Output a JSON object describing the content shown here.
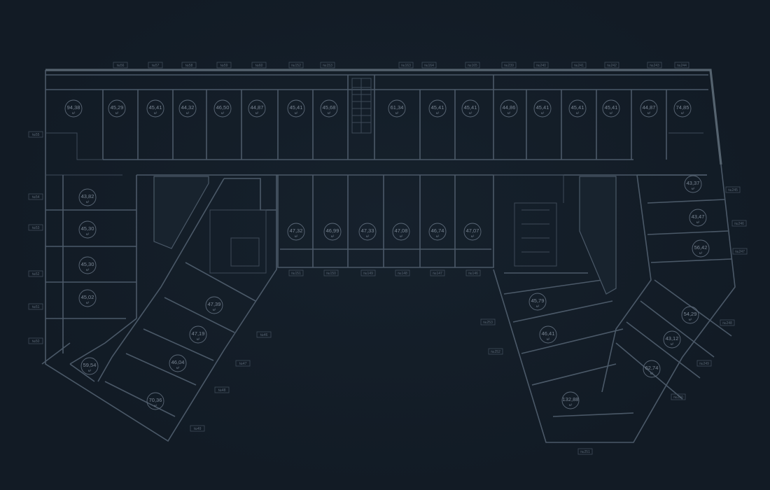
{
  "plan": {
    "area_unit": "м²",
    "colors": {
      "background": "#121b25",
      "walls": "#4b5968",
      "text": "#7a8694"
    },
    "units": [
      {
        "area": "94,38"
      },
      {
        "area": "45,29"
      },
      {
        "area": "45,41"
      },
      {
        "area": "44,32"
      },
      {
        "area": "46,50"
      },
      {
        "area": "44,87"
      },
      {
        "area": "45,41"
      },
      {
        "area": "45,68"
      },
      {
        "area": "61,34"
      },
      {
        "area": "45,41"
      },
      {
        "area": "45,41"
      },
      {
        "area": "44,86"
      },
      {
        "area": "45,41"
      },
      {
        "area": "45,41"
      },
      {
        "area": "45,41"
      },
      {
        "area": "44,87"
      },
      {
        "area": "74,85"
      },
      {
        "area": "47,32"
      },
      {
        "area": "46,99"
      },
      {
        "area": "47,33"
      },
      {
        "area": "47,08"
      },
      {
        "area": "46,74"
      },
      {
        "area": "47,07"
      },
      {
        "area": "43,82"
      },
      {
        "area": "45,30"
      },
      {
        "area": "45,30"
      },
      {
        "area": "45,02"
      },
      {
        "area": "47,39"
      },
      {
        "area": "47,19"
      },
      {
        "area": "46,04"
      },
      {
        "area": "59,54"
      },
      {
        "area": "70,36"
      },
      {
        "area": "45,79"
      },
      {
        "area": "46,41"
      },
      {
        "area": "132,88"
      },
      {
        "area": "43,37"
      },
      {
        "area": "43,47"
      },
      {
        "area": "56,42"
      },
      {
        "area": "54,29"
      },
      {
        "area": "43,12"
      },
      {
        "area": "62,74"
      }
    ],
    "labels": [
      "№56",
      "№57",
      "№58",
      "№59",
      "№60",
      "№152",
      "№153",
      "№163",
      "№164",
      "№165",
      "№239",
      "№240",
      "№241",
      "№242",
      "№243",
      "№244",
      "№151",
      "№150",
      "№149",
      "№148",
      "№147",
      "№146",
      "№55",
      "№54",
      "№53",
      "№52",
      "№51",
      "№50",
      "№46",
      "№47",
      "№48",
      "№49",
      "№253",
      "№252",
      "№251",
      "№250",
      "№249",
      "№248",
      "№247",
      "№246",
      "№245"
    ]
  }
}
